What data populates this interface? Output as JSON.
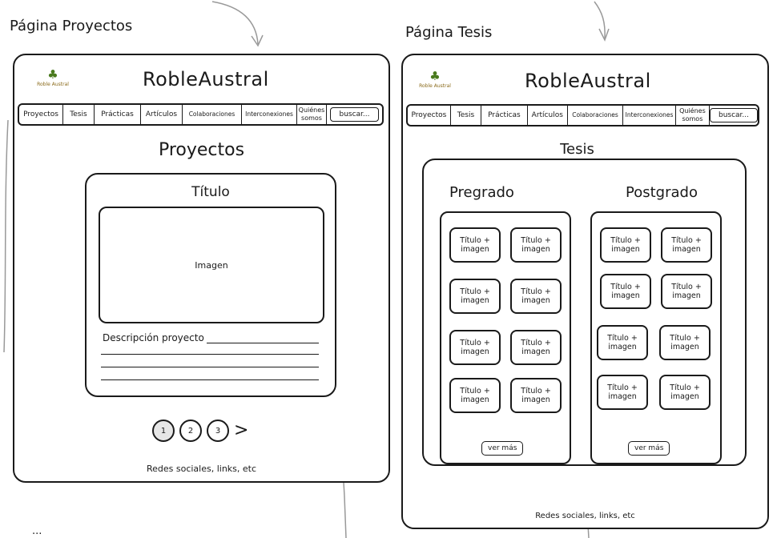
{
  "proyectos_page": {
    "label": "Página Proyectos",
    "brand": "RobleAustral",
    "logo_text": "Roble Austral",
    "nav": [
      "Proyectos",
      "Tesis",
      "Prácticas",
      "Artículos",
      "Colaboraciones",
      "Interconexiones",
      "Quiénes somos"
    ],
    "search": "buscar...",
    "heading": "Proyectos",
    "card": {
      "title": "Título",
      "image": "Imagen",
      "description": "Descripción proyecto"
    },
    "pages": [
      "1",
      "2",
      "3"
    ],
    "next": ">",
    "footer": "Redes sociales, links, etc"
  },
  "tesis_page": {
    "label": "Página Tesis",
    "brand": "RobleAustral",
    "logo_text": "Roble Austral",
    "nav": [
      "Proyectos",
      "Tesis",
      "Prácticas",
      "Artículos",
      "Colaboraciones",
      "Interconexiones",
      "Quiénes somos"
    ],
    "search": "buscar...",
    "heading": "Tesis",
    "pregrado": {
      "title": "Pregrado",
      "tiles": [
        "Título + imagen",
        "Título + imagen",
        "Título + imagen",
        "Título + imagen",
        "Título + imagen",
        "Título + imagen",
        "Título + imagen",
        "Título + imagen"
      ],
      "more": "ver más"
    },
    "postgrado": {
      "title": "Postgrado",
      "tiles": [
        "Título + imagen",
        "Título + imagen",
        "Título + imagen",
        "Título + imagen",
        "Título + imagen",
        "Título + imagen",
        "Título + imagen",
        "Título + imagen"
      ],
      "more": "ver más"
    },
    "footer": "Redes sociales, links, etc"
  },
  "bottom_note": "..."
}
